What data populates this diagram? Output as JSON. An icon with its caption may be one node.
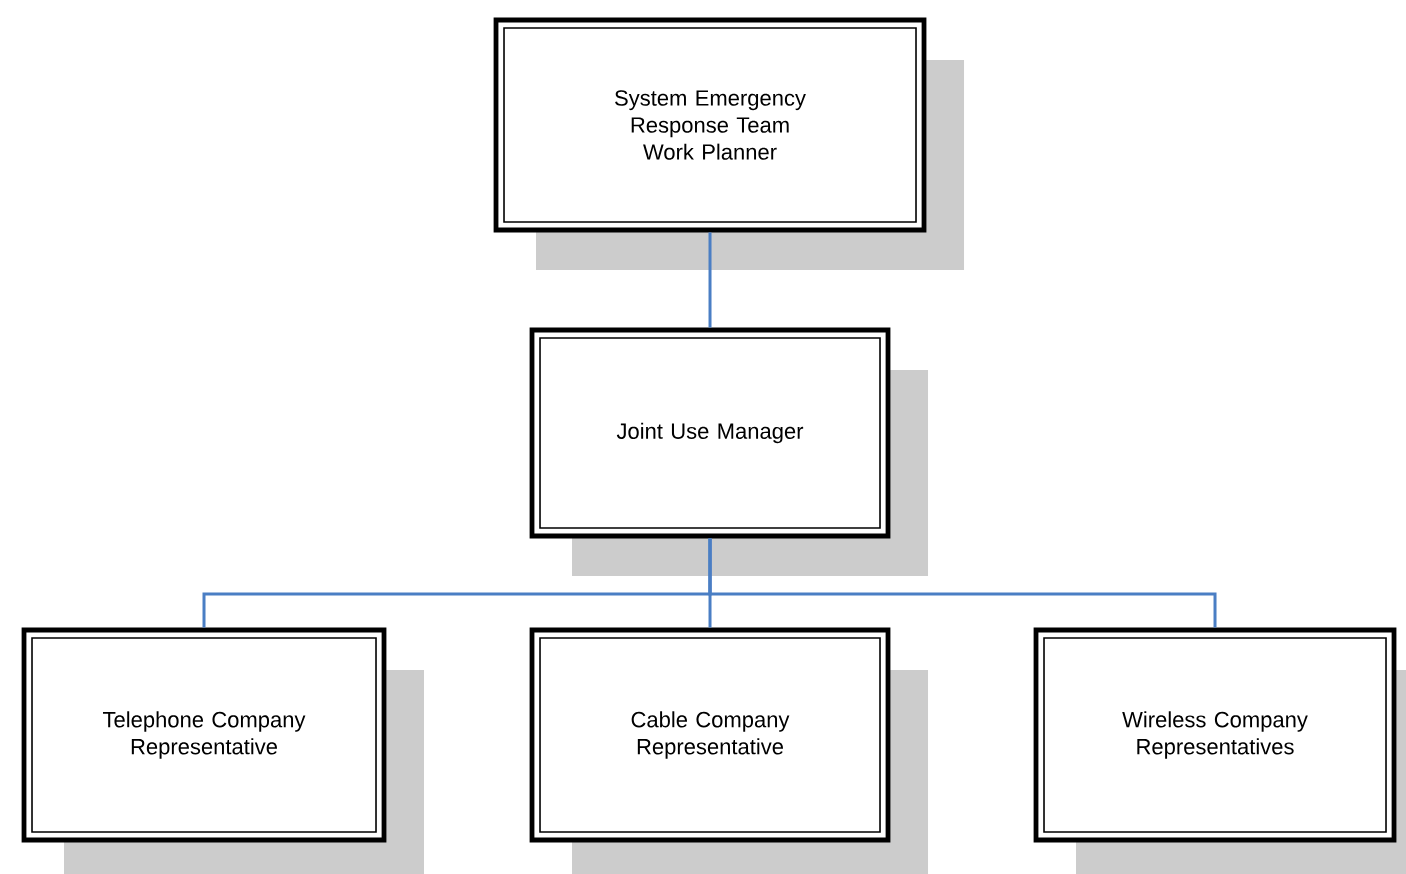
{
  "diagram": {
    "nodes": [
      {
        "text": [
          "System Emergency Response Team Work Planner"
        ]
      },
      {
        "text": [
          "Joint Use Manager"
        ]
      },
      {
        "text": [
          "Telephone Company Representative"
        ]
      },
      {
        "text": [
          "Cable Company Representative"
        ]
      },
      {
        "text": [
          "Wireless Company Representatives"
        ]
      }
    ],
    "edges": [
      {
        "from": 0,
        "to": 1,
        "arrow": "none"
      },
      {
        "from": 1,
        "to": 2,
        "arrow": "none"
      },
      {
        "from": 1,
        "to": 3,
        "arrow": "none"
      },
      {
        "from": 1,
        "to": 4,
        "arrow": "none"
      }
    ]
  }
}
